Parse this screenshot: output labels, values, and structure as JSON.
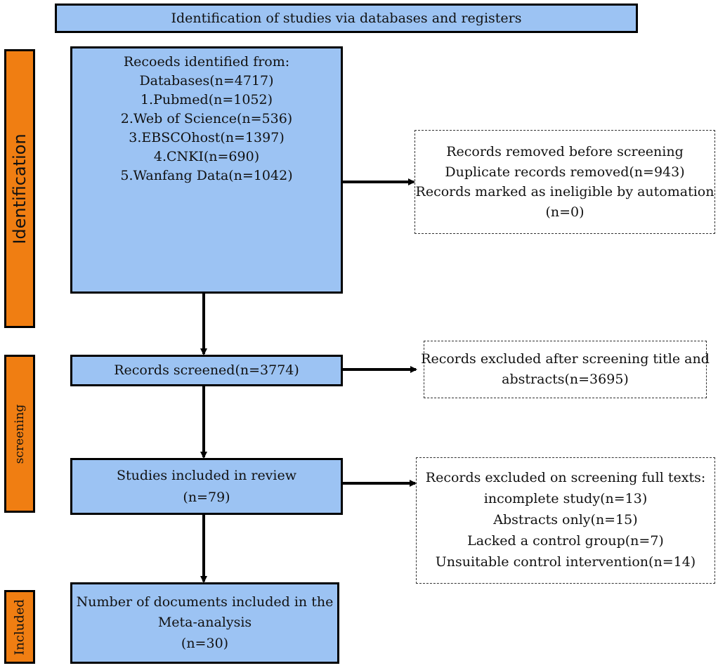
{
  "header": {
    "title": "Identification of studies via databases and registers"
  },
  "phases": {
    "identification": "Identification",
    "screening": "screening",
    "included": "Included"
  },
  "boxes": {
    "records_identified": {
      "lines": [
        "Recoeds identified from:",
        "Databases(n=4717)",
        "1.Pubmed(n=1052)",
        "2.Web of Science(n=536)",
        "3.EBSCOhost(n=1397)",
        "4.CNKI(n=690)",
        "5.Wanfang Data(n=1042)"
      ]
    },
    "removed_before_screening": {
      "lines": [
        "Records removed before screening",
        "Duplicate records removed(n=943)",
        "Records marked as ineligible by automation",
        "(n=0)"
      ]
    },
    "records_screened": {
      "lines": [
        "Records screened(n=3774)"
      ]
    },
    "excluded_after_screening": {
      "lines": [
        "Records excluded after screening title and",
        "abstracts(n=3695)"
      ]
    },
    "studies_included": {
      "lines": [
        "Studies included in review",
        "(n=79)"
      ]
    },
    "excluded_full_texts": {
      "lines": [
        "Records excluded on screening full texts:",
        "incomplete study(n=13)",
        "Abstracts only(n=15)",
        "Lacked a control group(n=7)",
        "Unsuitable control intervention(n=14)"
      ]
    },
    "documents_included": {
      "lines": [
        "Number of documents included in the",
        "Meta-analysis",
        "(n=30)"
      ]
    }
  }
}
